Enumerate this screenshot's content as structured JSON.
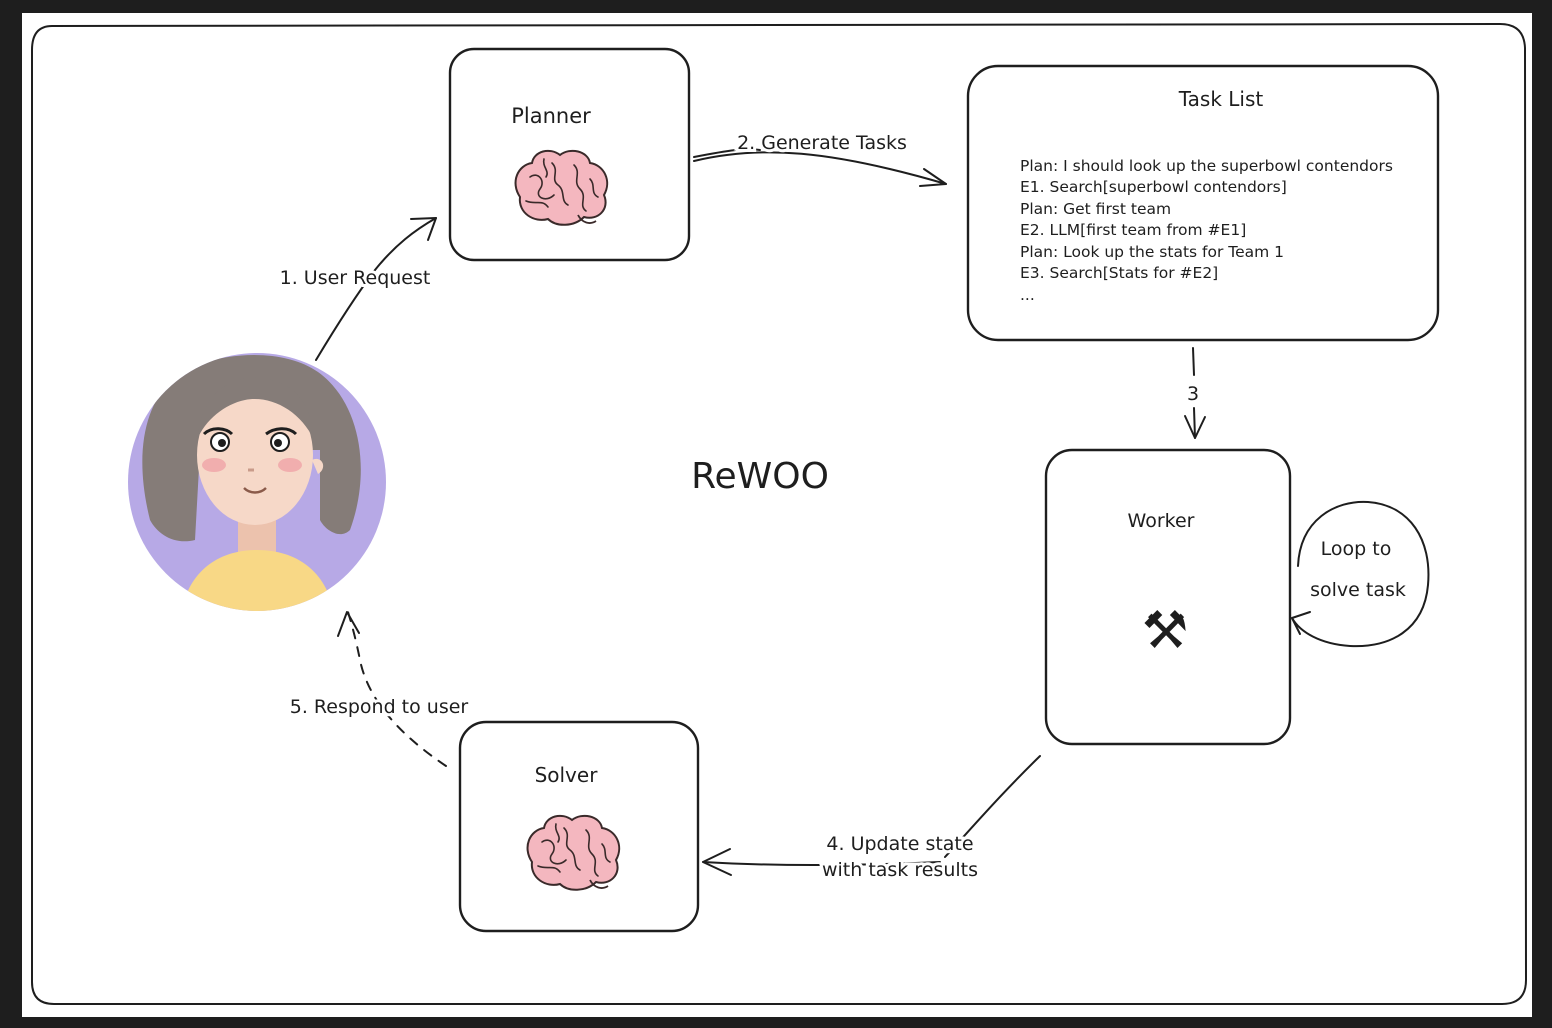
{
  "diagram": {
    "title": "ReWOO",
    "planner": {
      "label": "Planner",
      "icon": "brain-icon"
    },
    "task_list": {
      "title": "Task List",
      "lines": [
        "Plan: I should look up the superbowl contendors",
        "E1. Search[superbowl contendors]",
        "Plan: Get first team",
        "E2. LLM[first team from #E1]",
        "Plan: Look up the stats for Team 1",
        "E3. Search[Stats for #E2]",
        "..."
      ]
    },
    "worker": {
      "label": "Worker",
      "icon": "hammer-and-wrench-icon",
      "icon_glyph": "⚒"
    },
    "solver": {
      "label": "Solver",
      "icon": "brain-icon"
    },
    "user": {
      "icon": "user-avatar-icon"
    },
    "edges": {
      "user_request": "1. User Request",
      "generate_tasks": "2. Generate Tasks",
      "step3": "3",
      "update_state_line1": "4. Update state",
      "update_state_line2": "with task results",
      "respond": "5. Respond to user",
      "loop_line1": "Loop to",
      "loop_line2": "solve task"
    },
    "colors": {
      "avatar_bg": "#b7a9e6",
      "hair": "#857c78",
      "skin": "#f6d8c8",
      "shirt": "#f8d886",
      "brain": "#f4b7bf",
      "background": "#1e1e1e",
      "canvas": "#ffffff"
    }
  }
}
